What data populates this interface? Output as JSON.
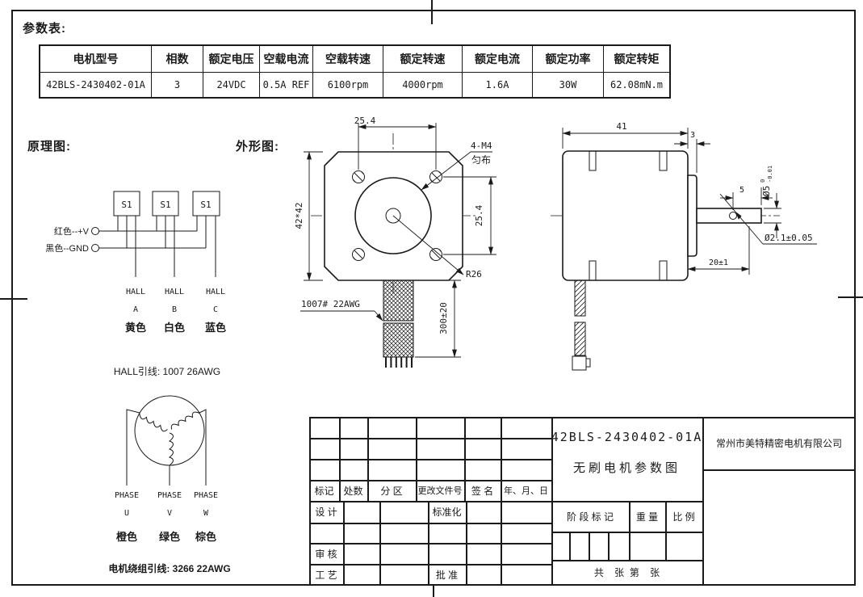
{
  "labels": {
    "param_table": "参数表:",
    "schematic": "原理图:",
    "outline": "外形图:"
  },
  "param_table": {
    "headers": [
      "电机型号",
      "相数",
      "额定电压",
      "空载电流",
      "空载转速",
      "额定转速",
      "额定电流",
      "额定功率",
      "额定转矩"
    ],
    "row": [
      "42BLS-2430402-01A",
      "3",
      "24VDC",
      "0.5A REF",
      "6100rpm",
      "4000rpm",
      "1.6A",
      "30W",
      "62.08mN.m"
    ]
  },
  "schematic": {
    "s1": "S1",
    "red": "红色--+V",
    "black": "黑色--GND",
    "hall": "HALL",
    "hall_a": "A",
    "hall_b": "B",
    "hall_c": "C",
    "hall_a_color": "黄色",
    "hall_b_color": "白色",
    "hall_c_color": "蓝色",
    "hall_wire": "HALL引线: 1007 26AWG",
    "phase": "PHASE",
    "phase_u": "U",
    "phase_v": "V",
    "phase_w": "W",
    "phase_u_color": "橙色",
    "phase_v_color": "绿色",
    "phase_w_color": "棕色",
    "winding_wire": "电机绕组引线: 3266 22AWG"
  },
  "front_view": {
    "dim_top": "25.4",
    "dim_side": "42*42",
    "dim_right": "25.4",
    "thread_label": "4-M4",
    "thread_note": "匀布",
    "radius": "R26",
    "cable": "1007# 22AWG",
    "cable_len": "300±20"
  },
  "side_view": {
    "dim_body": "41",
    "dim_flange": "3",
    "dim_flat": "5",
    "shaft_dia": "Ø5",
    "tol_hi": "0",
    "tol_lo": "-0.01",
    "cross_hole": "Ø2.1±0.05",
    "dim_shaft": "20±1"
  },
  "title_block": {
    "rev_headers": [
      "标记",
      "处数",
      "分 区",
      "更改文件号",
      "签 名",
      "年、月、日"
    ],
    "design": "设 计",
    "standardize": "标准化",
    "check": "审 核",
    "process": "工 艺",
    "approve": "批 准",
    "part_number": "42BLS-2430402-01A",
    "drawing_name": "无刷电机参数图",
    "company": "常州市美特精密电机有限公司",
    "stage": "阶 段 标 记",
    "weight": "重 量",
    "scale": "比 例",
    "sheet": "共    张  第    张"
  },
  "colors": {
    "line": "#1a1a1a",
    "background": "#ffffff"
  }
}
